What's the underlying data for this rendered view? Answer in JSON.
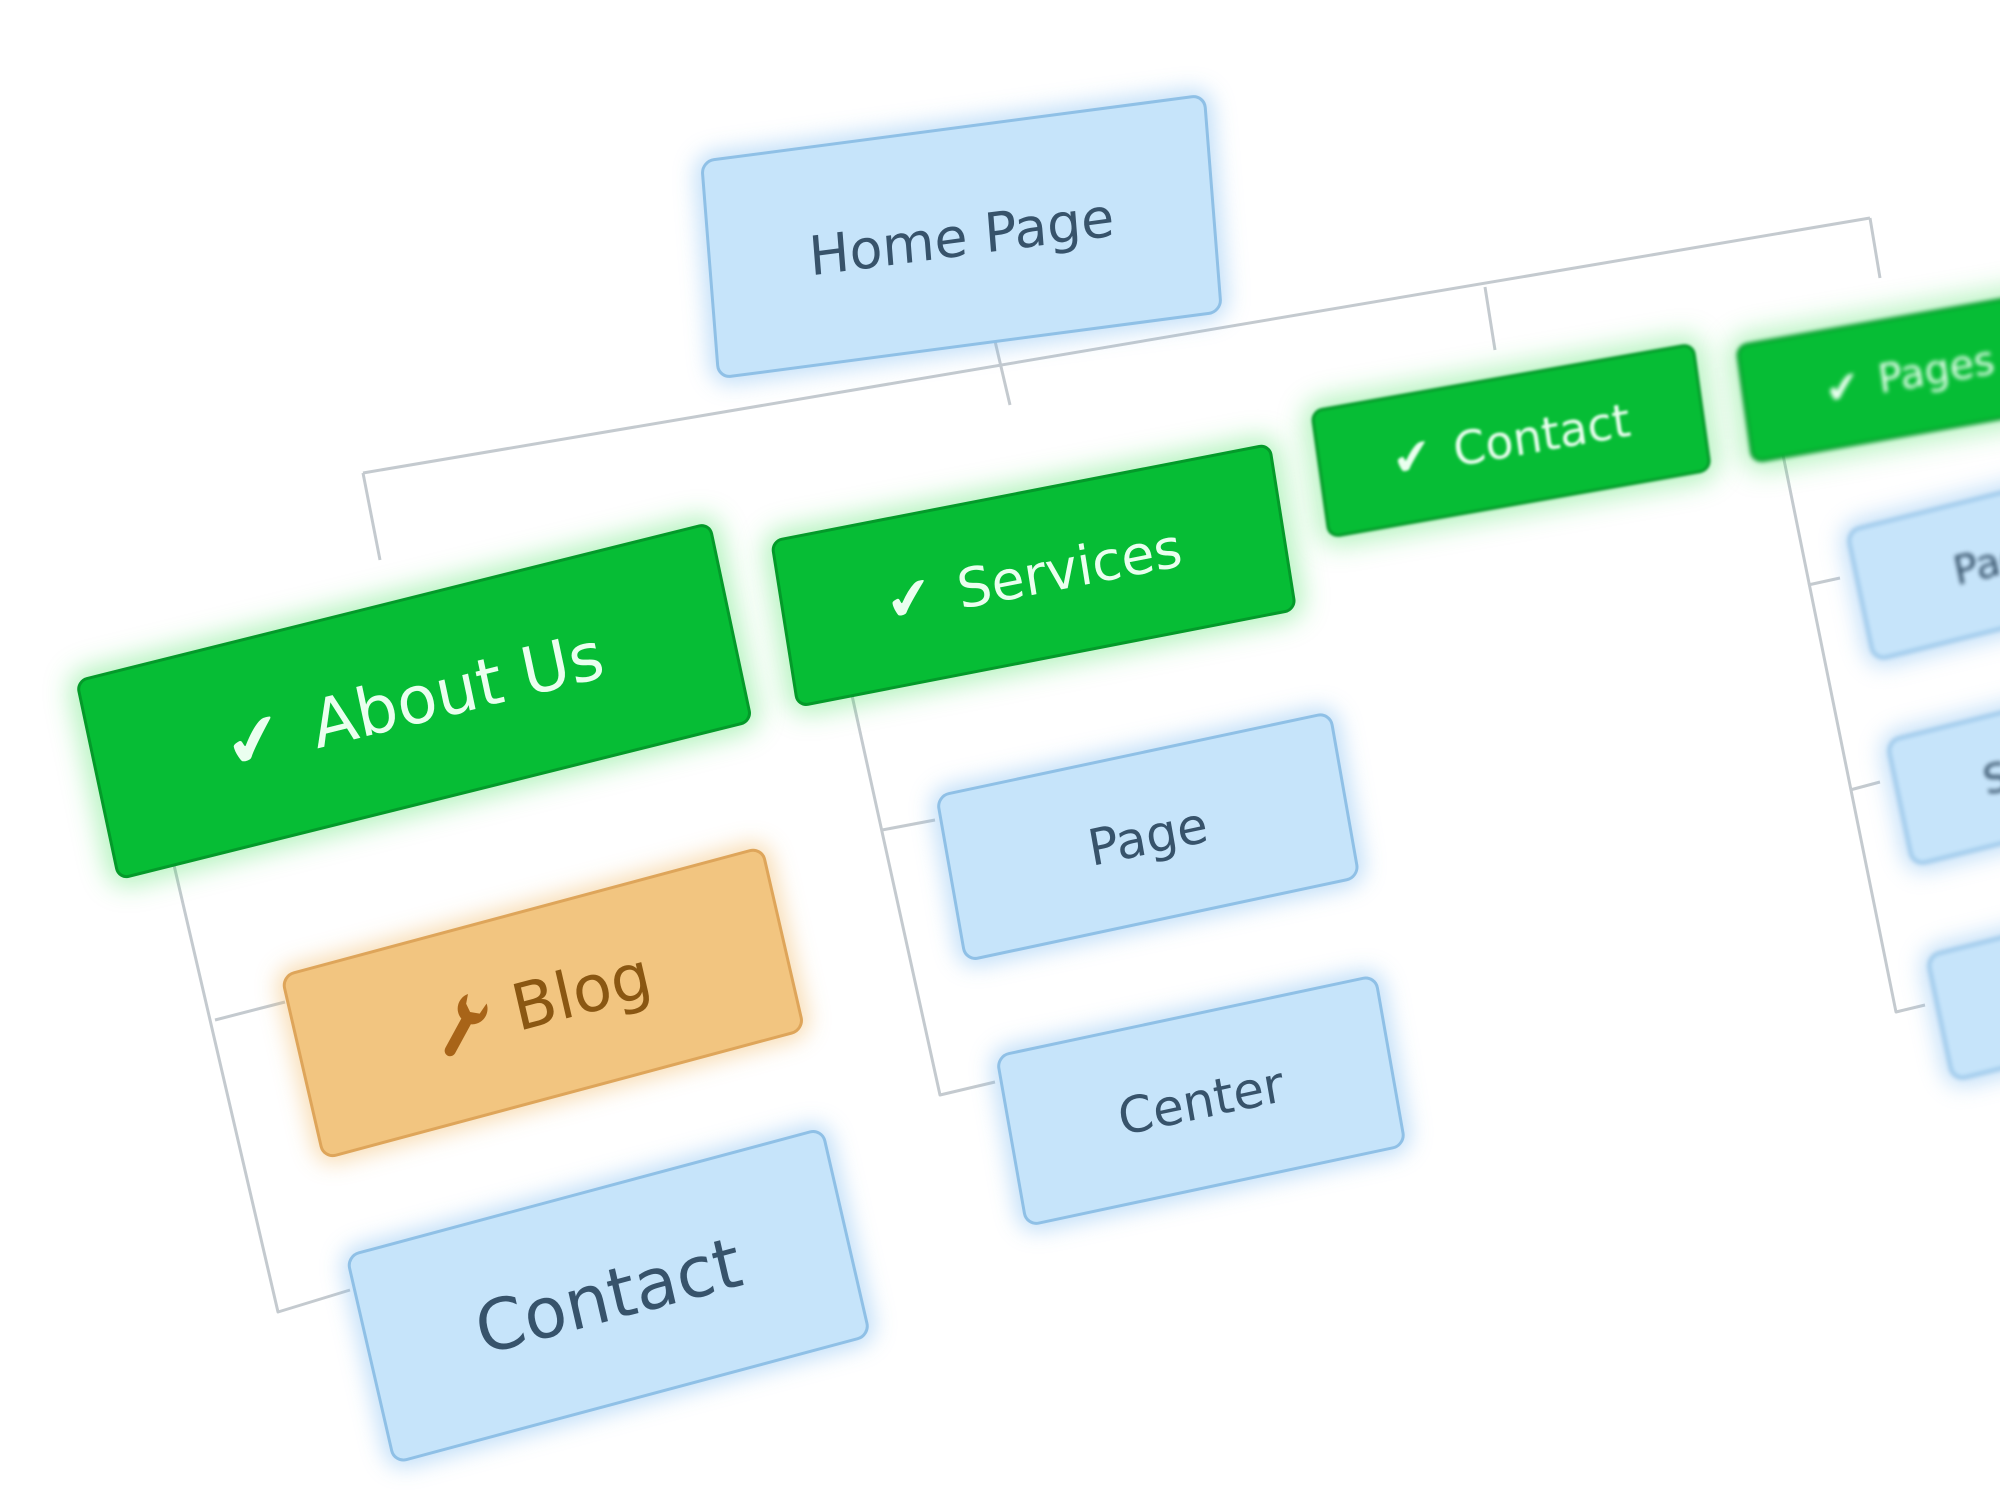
{
  "colors": {
    "connector": "#c4cacf",
    "blue_fill": "#c6e4fa",
    "green_fill": "#06bd35",
    "orange_fill": "#f2c580"
  },
  "nodes": {
    "home": {
      "label": "Home Page",
      "style": "blue"
    },
    "about": {
      "label": "About Us",
      "style": "green",
      "icon": "check-icon"
    },
    "blog": {
      "label": "Blog",
      "style": "orange",
      "icon": "wrench-icon"
    },
    "about_contact": {
      "label": "Contact",
      "style": "blue"
    },
    "services": {
      "label": "Services",
      "style": "green",
      "icon": "check-icon"
    },
    "services_page": {
      "label": "Page",
      "style": "blue"
    },
    "services_center": {
      "label": "Center",
      "style": "blue"
    },
    "contact": {
      "label": "Contact",
      "style": "green",
      "icon": "check-icon"
    },
    "pages": {
      "label": "Pages",
      "style": "green",
      "icon": "check-icon"
    },
    "pages_page": {
      "label": "Page",
      "style": "blue"
    },
    "pages_site": {
      "label": "Sit",
      "style": "blue"
    },
    "pages_item3": {
      "label": "",
      "style": "blue"
    }
  }
}
